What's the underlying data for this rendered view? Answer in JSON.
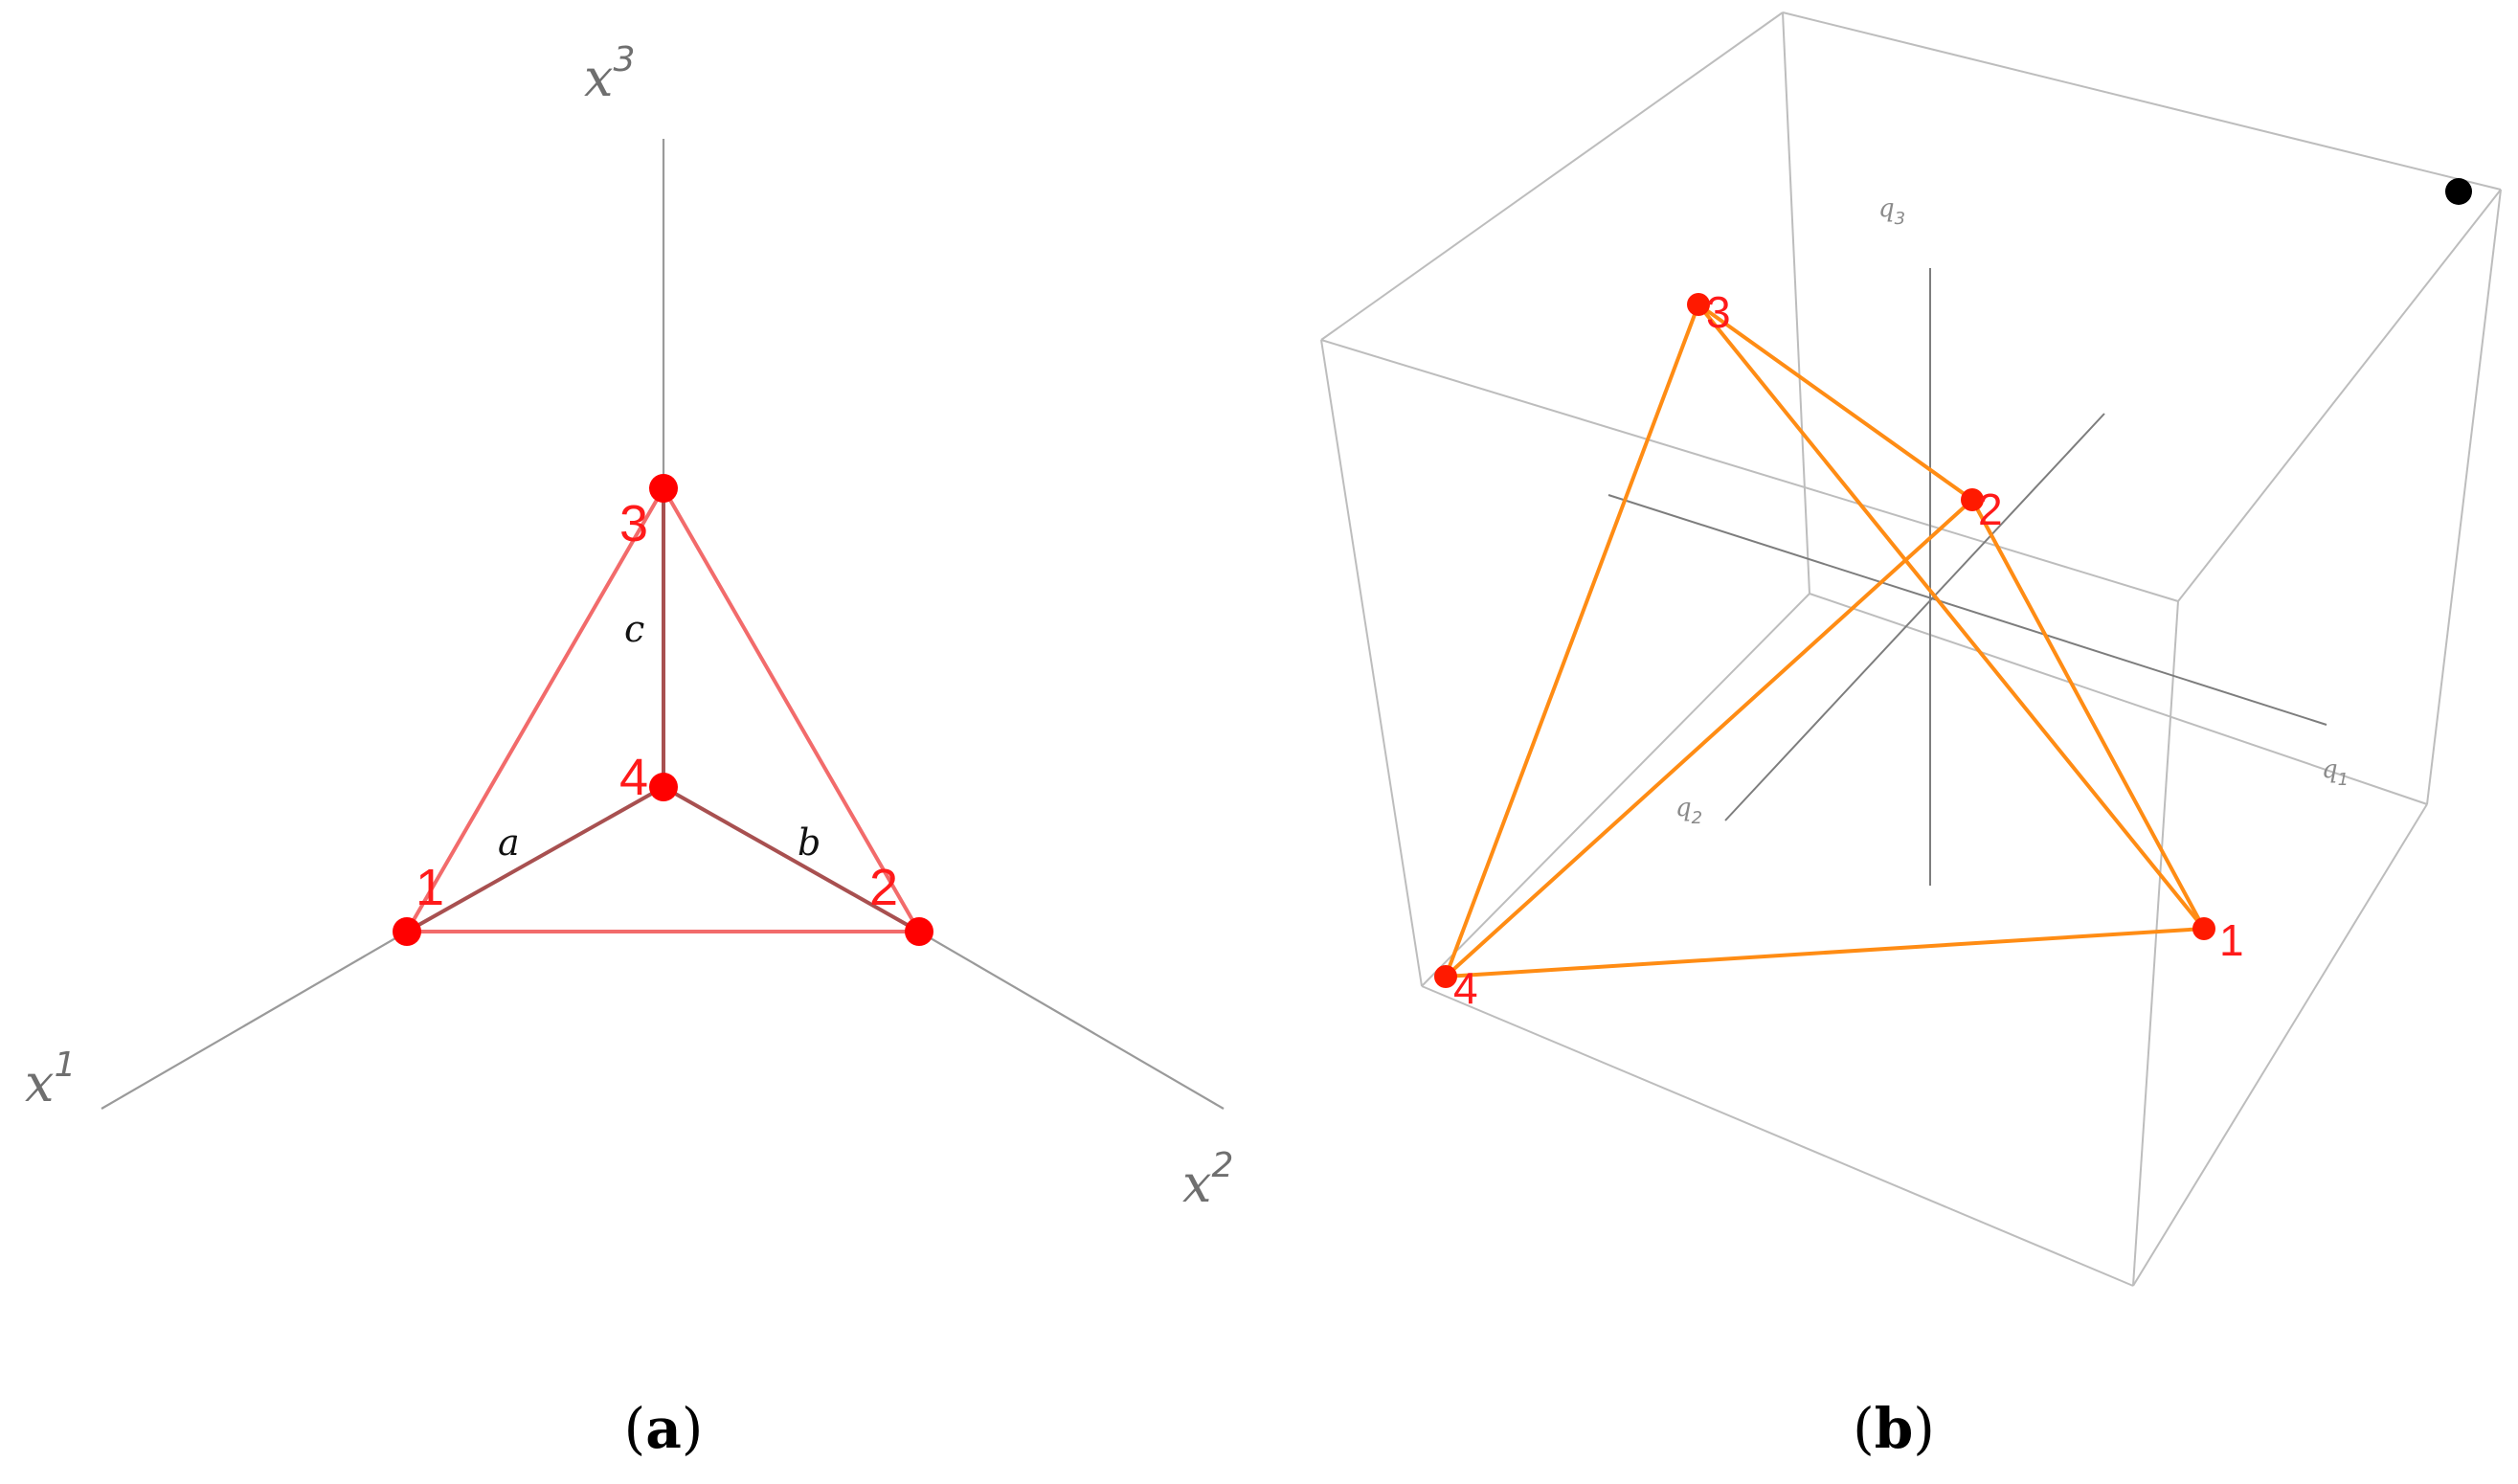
{
  "panel_a": {
    "caption_letter": "a",
    "axes": [
      {
        "name": "x1",
        "base": "x",
        "sup": "1"
      },
      {
        "name": "x2",
        "base": "x",
        "sup": "2"
      },
      {
        "name": "x3",
        "base": "x",
        "sup": "3"
      }
    ],
    "vertices": [
      {
        "id": "1",
        "label": "1"
      },
      {
        "id": "2",
        "label": "2"
      },
      {
        "id": "3",
        "label": "3"
      },
      {
        "id": "4",
        "label": "4"
      }
    ],
    "edge_labels": [
      "a",
      "b",
      "c"
    ]
  },
  "panel_b": {
    "caption_letter": "b",
    "axes": [
      {
        "name": "q1",
        "base": "q",
        "sub": "1"
      },
      {
        "name": "q2",
        "base": "q",
        "sub": "2"
      },
      {
        "name": "q3",
        "base": "q",
        "sub": "3"
      }
    ],
    "vertices": [
      {
        "id": "1",
        "label": "1"
      },
      {
        "id": "2",
        "label": "2"
      },
      {
        "id": "3",
        "label": "3"
      },
      {
        "id": "4",
        "label": "4"
      }
    ],
    "colors": {
      "edges": "#ff8c14",
      "vertices": "#ff1a00",
      "marker": "#000000"
    }
  }
}
